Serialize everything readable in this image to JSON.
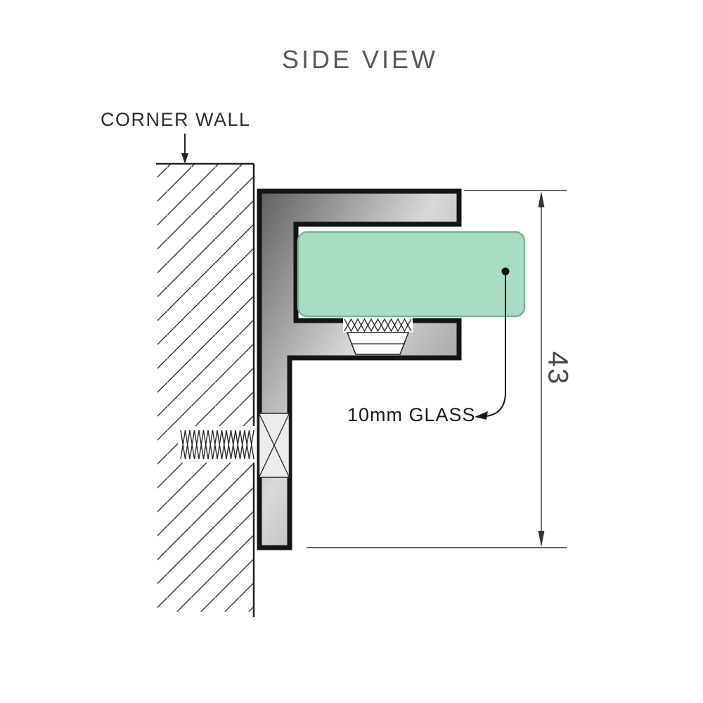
{
  "diagram": {
    "title": "SIDE VIEW",
    "wall_label": "CORNER WALL",
    "glass_label": "10mm GLASS",
    "dimension_label": "43",
    "colors": {
      "glass_fill": "#a8dcc3",
      "glass_stroke": "#7ab397",
      "bracket_gradient_start": "#5f5f5f",
      "bracket_gradient_mid": "#d9d9d9",
      "bracket_gradient_end": "#7d7d7d",
      "outline": "#141414",
      "line_color": "#2f2f2f",
      "hatch_color": "#383838",
      "screw_core_fill": "#ececec",
      "title_color": "#595959",
      "wall_label_color": "#2d2d2d",
      "glass_label_color": "#1b1b1b",
      "dim_text_color": "#4a4a4a"
    }
  }
}
